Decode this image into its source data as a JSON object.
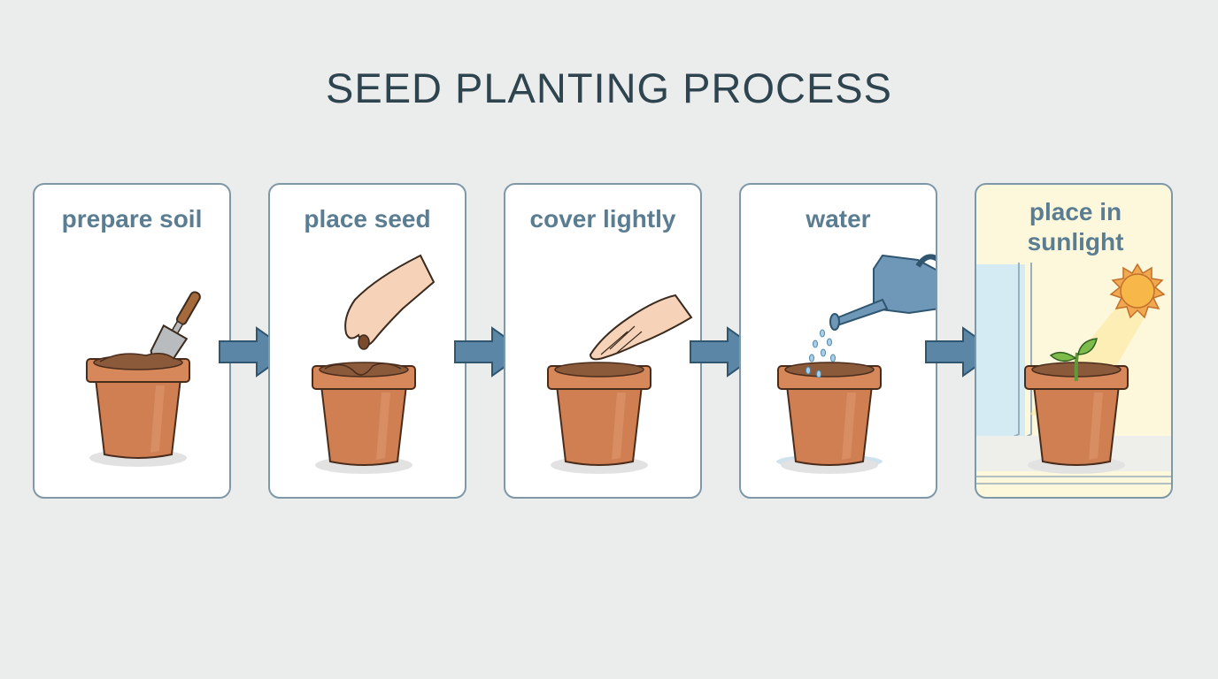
{
  "title": "SEED PLANTING PROCESS",
  "steps": [
    {
      "label": "prepare soil",
      "illustration": "trowel-in-pot"
    },
    {
      "label": "place seed",
      "illustration": "hand-dropping-seed"
    },
    {
      "label": "cover lightly",
      "illustration": "hand-covering-soil"
    },
    {
      "label": "water",
      "illustration": "watering-can"
    },
    {
      "label": "place in sunlight",
      "label_lines": [
        "place in",
        "sunlight"
      ],
      "illustration": "seedling-by-window-sun"
    }
  ],
  "arrows": [
    "right-arrow",
    "right-arrow",
    "right-arrow",
    "right-arrow"
  ],
  "colors": {
    "background": "#ebecec",
    "card_border": "#7e98a8",
    "label": "#5a7d92",
    "title": "#2e4550",
    "arrow": "#5b86a5",
    "pot": "#d07f52",
    "soil": "#8a5a3a",
    "sun_panel": "#fdf8dc"
  }
}
